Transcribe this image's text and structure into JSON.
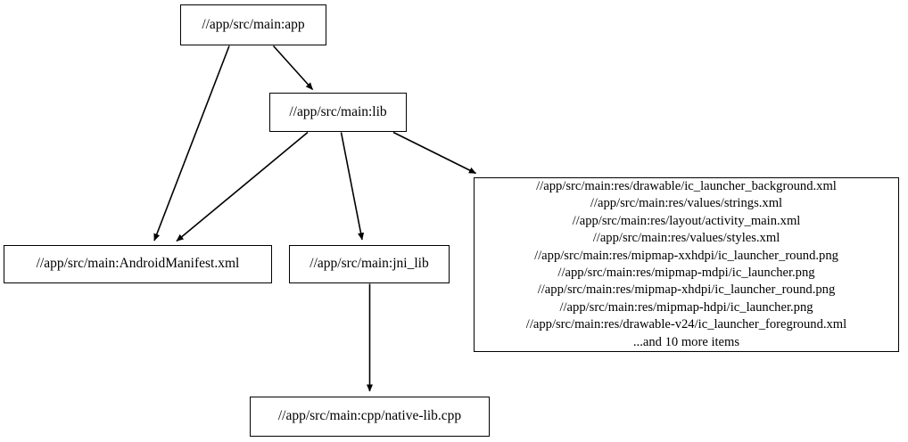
{
  "graph": {
    "type": "dependency-graph",
    "orientation": "top-down",
    "background_color": "#ffffff",
    "node_border_color": "#000000",
    "edge_color": "#000000",
    "text_color": "#000000",
    "nodes": [
      {
        "id": "app",
        "label": "//app/src/main:app"
      },
      {
        "id": "lib",
        "label": "//app/src/main:lib"
      },
      {
        "id": "manifest",
        "label": "//app/src/main:AndroidManifest.xml"
      },
      {
        "id": "jni_lib",
        "label": "//app/src/main:jni_lib"
      },
      {
        "id": "nativelib",
        "label": "//app/src/main:cpp/native-lib.cpp"
      },
      {
        "id": "resources",
        "lines": [
          "//app/src/main:res/drawable/ic_launcher_background.xml",
          "//app/src/main:res/values/strings.xml",
          "//app/src/main:res/layout/activity_main.xml",
          "//app/src/main:res/values/styles.xml",
          "//app/src/main:res/mipmap-xxhdpi/ic_launcher_round.png",
          "//app/src/main:res/mipmap-mdpi/ic_launcher.png",
          "//app/src/main:res/mipmap-xhdpi/ic_launcher_round.png",
          "//app/src/main:res/mipmap-hdpi/ic_launcher.png",
          "//app/src/main:res/drawable-v24/ic_launcher_foreground.xml",
          "...and 10 more items"
        ],
        "label": "//app/src/main:res/drawable/ic_launcher_background.xml\n//app/src/main:res/values/strings.xml\n//app/src/main:res/layout/activity_main.xml\n//app/src/main:res/values/styles.xml\n//app/src/main:res/mipmap-xxhdpi/ic_launcher_round.png\n//app/src/main:res/mipmap-mdpi/ic_launcher.png\n//app/src/main:res/mipmap-xhdpi/ic_launcher_round.png\n//app/src/main:res/mipmap-hdpi/ic_launcher.png\n//app/src/main:res/drawable-v24/ic_launcher_foreground.xml\n...and 10 more items"
      }
    ],
    "edges": [
      {
        "id": "app-to-lib",
        "from": "app",
        "to": "lib"
      },
      {
        "id": "app-to-manifest",
        "from": "app",
        "to": "manifest"
      },
      {
        "id": "lib-to-manifest",
        "from": "lib",
        "to": "manifest"
      },
      {
        "id": "lib-to-jni-lib",
        "from": "lib",
        "to": "jni_lib"
      },
      {
        "id": "lib-to-resources",
        "from": "lib",
        "to": "resources"
      },
      {
        "id": "jni-lib-to-nativelib",
        "from": "jni_lib",
        "to": "nativelib"
      }
    ]
  }
}
